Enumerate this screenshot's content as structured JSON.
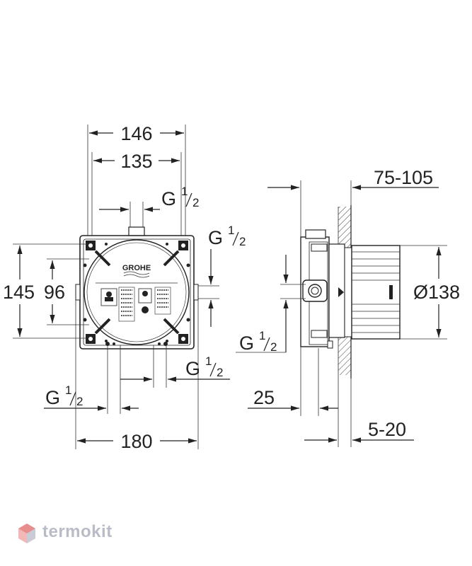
{
  "front_view": {
    "dims": {
      "width_outer": "146",
      "width_inner": "135",
      "width_total": "180",
      "height_outer": "145",
      "height_inner": "96"
    },
    "brand": "GROHE",
    "thread": {
      "main": "G",
      "num": "1",
      "den": "2"
    }
  },
  "side_view": {
    "dims": {
      "depth_range": "75-105",
      "diameter": "Ø138",
      "depth_25": "25",
      "plaster_range": "5-20"
    },
    "thread": {
      "main": "G",
      "num": "1",
      "den": "2"
    }
  },
  "watermark": {
    "text": "termokit",
    "color": "#b8bcc6"
  }
}
